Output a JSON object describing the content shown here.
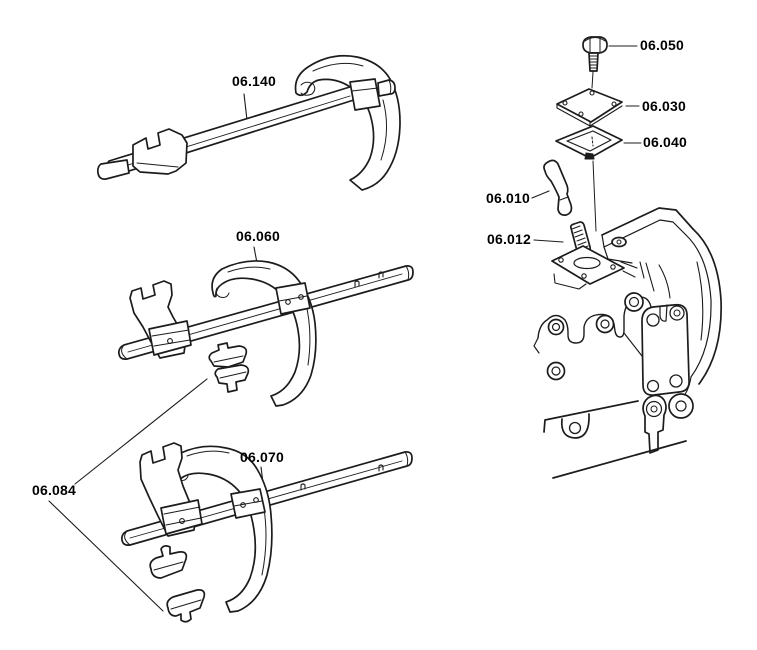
{
  "page": {
    "type": "exploded-parts-diagram",
    "background_color": "#ffffff",
    "line_color": "#1c1c1c",
    "label_color": "#000000"
  },
  "parts": [
    {
      "label": "06.140"
    },
    {
      "label": "06.060"
    },
    {
      "label": "06.070"
    },
    {
      "label": "06.084"
    },
    {
      "label": "06.010"
    },
    {
      "label": "06.012"
    },
    {
      "label": "06.050"
    },
    {
      "label": "06.030"
    },
    {
      "label": "06.040"
    }
  ]
}
